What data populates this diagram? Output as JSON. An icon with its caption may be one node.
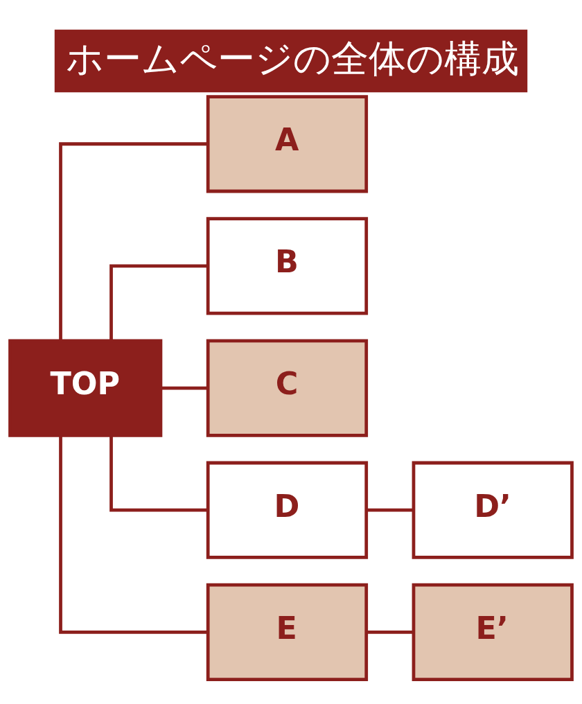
{
  "diagram": {
    "title": "ホームページの全体の構成",
    "nodes": [
      {
        "text": [
          "TOP"
        ]
      },
      {
        "text": [
          "A"
        ]
      },
      {
        "text": [
          "B"
        ]
      },
      {
        "text": [
          "C"
        ]
      },
      {
        "text": [
          "D"
        ]
      },
      {
        "text": [
          "D’"
        ]
      },
      {
        "text": [
          "E"
        ]
      },
      {
        "text": [
          "E’"
        ]
      }
    ],
    "edges": [
      {
        "from": 0,
        "to": 1,
        "arrow": "none"
      },
      {
        "from": 0,
        "to": 2,
        "arrow": "none"
      },
      {
        "from": 0,
        "to": 3,
        "arrow": "none"
      },
      {
        "from": 0,
        "to": 4,
        "arrow": "none"
      },
      {
        "from": 0,
        "to": 6,
        "arrow": "none"
      },
      {
        "from": 4,
        "to": 5,
        "arrow": "none"
      },
      {
        "from": 6,
        "to": 7,
        "arrow": "none"
      }
    ]
  }
}
